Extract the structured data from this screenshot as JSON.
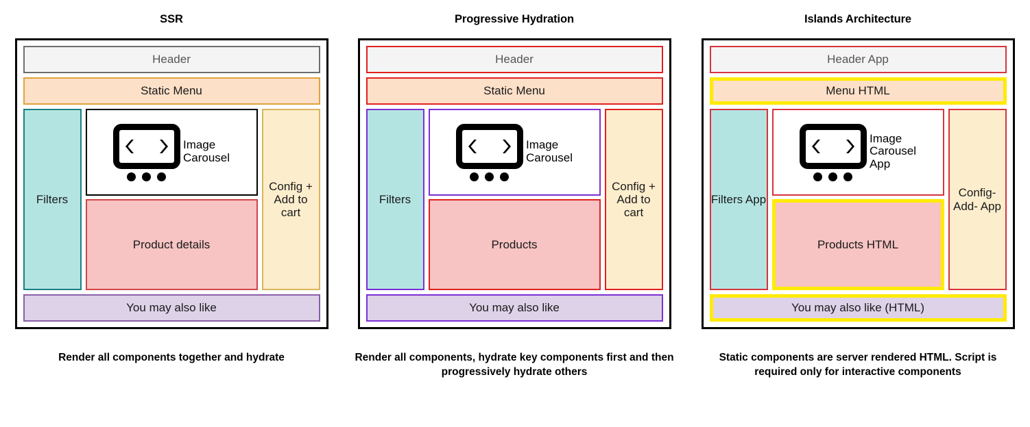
{
  "colors": {
    "header_fill": "#f4f4f5",
    "header_border": "#6d6d6d",
    "menu_fill": "#fde0c8",
    "menu_border": "#e0a33b",
    "filters_fill": "#b4e4e2",
    "filters_border": "#1a7f84",
    "product_fill": "#f7c3c3",
    "product_border": "#d14545",
    "config_fill": "#fcedcd",
    "config_border": "#d9b559",
    "also_fill": "#ded2e8",
    "also_border": "#8a5fa8",
    "highlight_red": "#e02020",
    "highlight_purple": "#7b2fd4",
    "highlight_yellow": "#ffeb00",
    "frame_border": "#000000"
  },
  "panels": [
    {
      "title": "SSR",
      "header": "Header",
      "menu": "Static Menu",
      "filters": "Filters",
      "carousel": "Image\nCarousel",
      "products": "Product details",
      "config": "Config\n+ Add to\ncart",
      "also": "You may also like",
      "caption": "Render all components together and hydrate"
    },
    {
      "title": "Progressive Hydration",
      "header": "Header",
      "menu": "Static Menu",
      "filters": "Filters",
      "carousel": "Image\nCarousel",
      "products": "Products",
      "config": "Config\n+ Add to\ncart",
      "also": "You may also like",
      "caption": "Render all components, hydrate key components first and then progressively hydrate others"
    },
    {
      "title": "Islands Architecture",
      "header": "Header App",
      "menu": "Menu HTML",
      "filters": "Filters\nApp",
      "carousel": "Image\nCarousel\nApp",
      "products": "Products HTML",
      "config": "Config-\nAdd-\nApp",
      "also": "You may also like (HTML)",
      "caption": "Static components are server rendered HTML. Script is required only for interactive components"
    }
  ]
}
